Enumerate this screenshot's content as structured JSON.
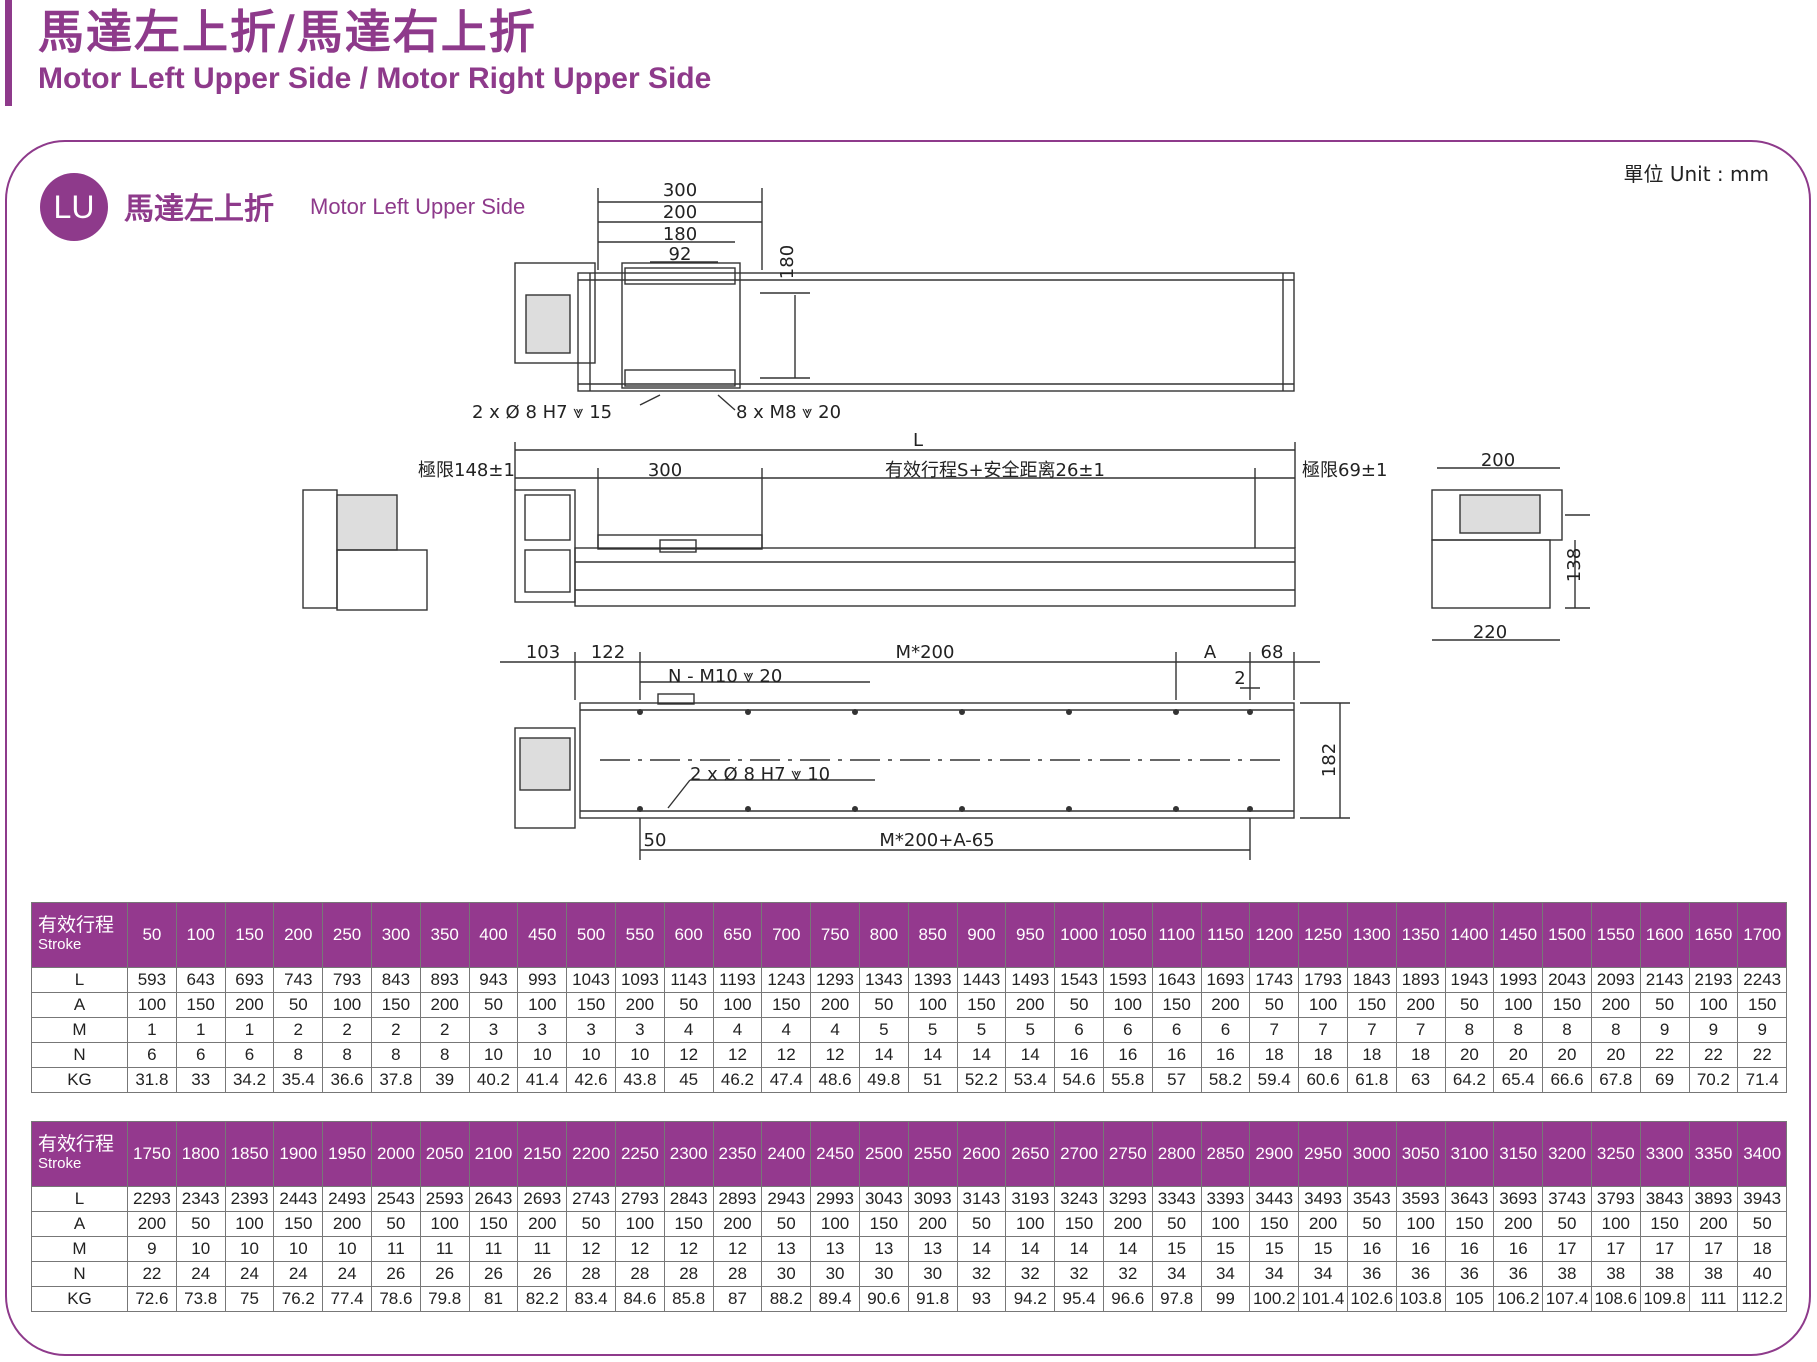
{
  "header": {
    "title_zh": "馬達左上折/馬達右上折",
    "title_en": "Motor Left Upper Side / Motor Right Upper Side"
  },
  "section": {
    "badge": "LU",
    "title_zh": "馬達左上折",
    "title_en": "Motor Left Upper Side",
    "unit": "單位 Unit : mm"
  },
  "drawing": {
    "top": {
      "d300": "300",
      "d200": "200",
      "d180": "180",
      "d92": "92",
      "v180": "180",
      "pin": "2 x Ø 8 H7 ⩔ 15",
      "tap": "8 x  M8 ⩔ 20"
    },
    "side": {
      "L": "L",
      "limit_left": "極限148±1",
      "d300": "300",
      "effective": "有效行程S+安全距离26±1",
      "limit_right": "極限69±1"
    },
    "end": {
      "d200": "200",
      "d220": "220",
      "d138": "138"
    },
    "bottom": {
      "d103": "103",
      "d122": "122",
      "m200": "M*200",
      "A": "A",
      "d68": "68",
      "d2": "2",
      "tap": "N - M10 ⩔ 20",
      "pin": "2 x Ø 8 H7 ⩔ 10",
      "d182": "182",
      "d50": "50",
      "mA": "M*200+A-65"
    }
  },
  "table1": {
    "head_zh": "有效行程",
    "head_en": "Stroke",
    "strokes": [
      "50",
      "100",
      "150",
      "200",
      "250",
      "300",
      "350",
      "400",
      "450",
      "500",
      "550",
      "600",
      "650",
      "700",
      "750",
      "800",
      "850",
      "900",
      "950",
      "1000",
      "1050",
      "1100",
      "1150",
      "1200",
      "1250",
      "1300",
      "1350",
      "1400",
      "1450",
      "1500",
      "1550",
      "1600",
      "1650",
      "1700"
    ],
    "rows": [
      {
        "label": "L",
        "values": [
          "593",
          "643",
          "693",
          "743",
          "793",
          "843",
          "893",
          "943",
          "993",
          "1043",
          "1093",
          "1143",
          "1193",
          "1243",
          "1293",
          "1343",
          "1393",
          "1443",
          "1493",
          "1543",
          "1593",
          "1643",
          "1693",
          "1743",
          "1793",
          "1843",
          "1893",
          "1943",
          "1993",
          "2043",
          "2093",
          "2143",
          "2193",
          "2243"
        ]
      },
      {
        "label": "A",
        "values": [
          "100",
          "150",
          "200",
          "50",
          "100",
          "150",
          "200",
          "50",
          "100",
          "150",
          "200",
          "50",
          "100",
          "150",
          "200",
          "50",
          "100",
          "150",
          "200",
          "50",
          "100",
          "150",
          "200",
          "50",
          "100",
          "150",
          "200",
          "50",
          "100",
          "150",
          "200",
          "50",
          "100",
          "150"
        ]
      },
      {
        "label": "M",
        "values": [
          "1",
          "1",
          "1",
          "2",
          "2",
          "2",
          "2",
          "3",
          "3",
          "3",
          "3",
          "4",
          "4",
          "4",
          "4",
          "5",
          "5",
          "5",
          "5",
          "6",
          "6",
          "6",
          "6",
          "7",
          "7",
          "7",
          "7",
          "8",
          "8",
          "8",
          "8",
          "9",
          "9",
          "9"
        ]
      },
      {
        "label": "N",
        "values": [
          "6",
          "6",
          "6",
          "8",
          "8",
          "8",
          "8",
          "10",
          "10",
          "10",
          "10",
          "12",
          "12",
          "12",
          "12",
          "14",
          "14",
          "14",
          "14",
          "16",
          "16",
          "16",
          "16",
          "18",
          "18",
          "18",
          "18",
          "20",
          "20",
          "20",
          "20",
          "22",
          "22",
          "22"
        ]
      },
      {
        "label": "KG",
        "values": [
          "31.8",
          "33",
          "34.2",
          "35.4",
          "36.6",
          "37.8",
          "39",
          "40.2",
          "41.4",
          "42.6",
          "43.8",
          "45",
          "46.2",
          "47.4",
          "48.6",
          "49.8",
          "51",
          "52.2",
          "53.4",
          "54.6",
          "55.8",
          "57",
          "58.2",
          "59.4",
          "60.6",
          "61.8",
          "63",
          "64.2",
          "65.4",
          "66.6",
          "67.8",
          "69",
          "70.2",
          "71.4"
        ]
      }
    ]
  },
  "table2": {
    "head_zh": "有效行程",
    "head_en": "Stroke",
    "strokes": [
      "1750",
      "1800",
      "1850",
      "1900",
      "1950",
      "2000",
      "2050",
      "2100",
      "2150",
      "2200",
      "2250",
      "2300",
      "2350",
      "2400",
      "2450",
      "2500",
      "2550",
      "2600",
      "2650",
      "2700",
      "2750",
      "2800",
      "2850",
      "2900",
      "2950",
      "3000",
      "3050",
      "3100",
      "3150",
      "3200",
      "3250",
      "3300",
      "3350",
      "3400"
    ],
    "rows": [
      {
        "label": "L",
        "values": [
          "2293",
          "2343",
          "2393",
          "2443",
          "2493",
          "2543",
          "2593",
          "2643",
          "2693",
          "2743",
          "2793",
          "2843",
          "2893",
          "2943",
          "2993",
          "3043",
          "3093",
          "3143",
          "3193",
          "3243",
          "3293",
          "3343",
          "3393",
          "3443",
          "3493",
          "3543",
          "3593",
          "3643",
          "3693",
          "3743",
          "3793",
          "3843",
          "3893",
          "3943"
        ]
      },
      {
        "label": "A",
        "values": [
          "200",
          "50",
          "100",
          "150",
          "200",
          "50",
          "100",
          "150",
          "200",
          "50",
          "100",
          "150",
          "200",
          "50",
          "100",
          "150",
          "200",
          "50",
          "100",
          "150",
          "200",
          "50",
          "100",
          "150",
          "200",
          "50",
          "100",
          "150",
          "200",
          "50",
          "100",
          "150",
          "200",
          "50"
        ]
      },
      {
        "label": "M",
        "values": [
          "9",
          "10",
          "10",
          "10",
          "10",
          "11",
          "11",
          "11",
          "11",
          "12",
          "12",
          "12",
          "12",
          "13",
          "13",
          "13",
          "13",
          "14",
          "14",
          "14",
          "14",
          "15",
          "15",
          "15",
          "15",
          "16",
          "16",
          "16",
          "16",
          "17",
          "17",
          "17",
          "17",
          "18"
        ]
      },
      {
        "label": "N",
        "values": [
          "22",
          "24",
          "24",
          "24",
          "24",
          "26",
          "26",
          "26",
          "26",
          "28",
          "28",
          "28",
          "28",
          "30",
          "30",
          "30",
          "30",
          "32",
          "32",
          "32",
          "32",
          "34",
          "34",
          "34",
          "34",
          "36",
          "36",
          "36",
          "36",
          "38",
          "38",
          "38",
          "38",
          "40"
        ]
      },
      {
        "label": "KG",
        "values": [
          "72.6",
          "73.8",
          "75",
          "76.2",
          "77.4",
          "78.6",
          "79.8",
          "81",
          "82.2",
          "83.4",
          "84.6",
          "85.8",
          "87",
          "88.2",
          "89.4",
          "90.6",
          "91.8",
          "93",
          "94.2",
          "95.4",
          "96.6",
          "97.8",
          "99",
          "100.2",
          "101.4",
          "102.6",
          "103.8",
          "105",
          "106.2",
          "107.4",
          "108.6",
          "109.8",
          "111",
          "112.2"
        ]
      }
    ]
  }
}
